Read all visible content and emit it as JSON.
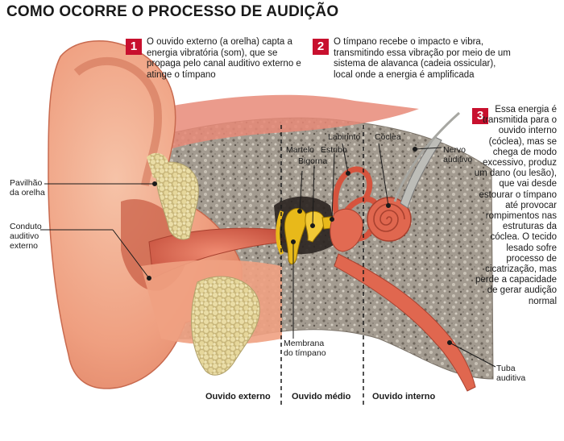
{
  "title": "COMO OCORRE O PROCESSO DE AUDIÇÃO",
  "colors": {
    "accent_red": "#c8102e",
    "skin": "#f0a182",
    "tissue": "#dd6a56",
    "bone": "#9a9287",
    "ossicle": "#e8b91a",
    "gland": "#e3d49a"
  },
  "steps": [
    {
      "number": "1",
      "text": "O ouvido externo (a orelha) capta a energia vibratória (som), que se propaga pelo canal auditivo externo e atinge o tímpano"
    },
    {
      "number": "2",
      "text": "O tímpano recebe o impacto e vibra, transmitindo essa vibração por meio de um sistema de alavanca (cadeia ossicular), local onde a energia é amplificada"
    },
    {
      "number": "3",
      "text": "Essa energia é transmitida para o ouvido interno (cóclea), mas se chega de modo excessivo, produz um dano (ou lesão), que vai desde estourar o tímpano até provocar rompimentos nas estruturas da cóclea.  O tecido lesado sofre processo de cicatrização, mas perde a capacidade de gerar audição normal"
    }
  ],
  "labels": {
    "pavilhao": "Pavilhão da orelha",
    "conduto": "Conduto auditivo externo",
    "martelo": "Martelo",
    "bigorna": "Bigorna",
    "estribo": "Estribo",
    "labirinto": "Labirinto",
    "coclea": "Cóclea",
    "nervo": "Nervo auditivo",
    "membrana": "Membrana do tímpano",
    "tuba": "Tuba auditiva"
  },
  "regions": {
    "externo": "Ouvido externo",
    "medio": "Ouvido médio",
    "interno": "Ouvido interno"
  }
}
